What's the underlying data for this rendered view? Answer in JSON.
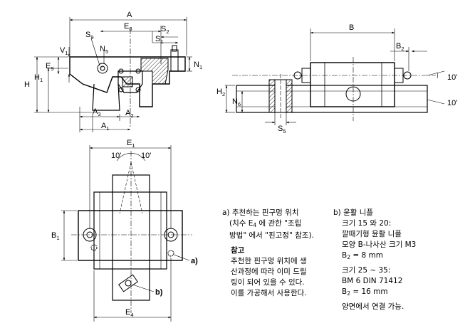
{
  "dims_top_left": {
    "A": "A",
    "E8_main": "E",
    "E8_sub": "8",
    "S2_main": "S",
    "S2_sub": "2",
    "S1_main": "S",
    "S1_sub": "1",
    "S9_main": "S",
    "S9_sub": "9",
    "N5_main": "N",
    "N5_sub": "5",
    "V1_main": "V",
    "V1_sub": "1",
    "E9_main": "E",
    "E9_sub": "9",
    "H": "H",
    "H1_main": "H",
    "H1_sub": "1",
    "N1_main": "N",
    "N1_sub": "1",
    "A3_main": "A",
    "A3_sub": "3",
    "A2_main": "A",
    "A2_sub": "2",
    "A1_main": "A",
    "A1_sub": "1"
  },
  "dims_top_right": {
    "B": "B",
    "B2_main": "B",
    "B2_sub": "2",
    "H2_main": "H",
    "H2_sub": "2",
    "N6_main": "N",
    "N6_sub": "6",
    "S5_main": "S",
    "S5_sub": "5",
    "angle_top": "10'",
    "angle_bottom": "10'"
  },
  "dims_bottom": {
    "E1_main": "E",
    "E1_sub": "1",
    "angle_left": "10'",
    "angle_right": "10'",
    "B1_main": "B",
    "B1_sub": "1",
    "E4_main": "E",
    "E4_sub": "4",
    "callout_a": "a)",
    "callout_b": "b)"
  },
  "notes_left": {
    "a_line1": "a) 추천하는 핀구멍 위치",
    "a_line2_pre": "(치수 E",
    "a_line2_sub": "4",
    "a_line2_post": " 에 관한 \"조립",
    "a_line3": "방법\" 에서 \"핀고정\" 참조).",
    "ref_title": "참고",
    "ref_line1": "추천한 핀구멍 위치에 생",
    "ref_line2": "산과정에 따라 이미 드릴",
    "ref_line3": "링이 되어 있을 수 있다.",
    "ref_line4": "이를 가공해서 사용한다."
  },
  "notes_right": {
    "b_line1": "b) 윤활 니플",
    "b_line2": "크기 15 와 20:",
    "b_line3": "깔때기형 윤활 니플",
    "b_line4": "모양 B-나사산 크기 M3",
    "b_line5_pre": "B",
    "b_line5_sub": "2",
    "b_line5_post": " = 8 mm",
    "b_line6": "크기 25 ~ 35:",
    "b_line7": "BM 6 DIN 71412",
    "b_line8_pre": "B",
    "b_line8_sub": "2",
    "b_line8_post": " = 16 mm",
    "b_line9": "양면에서 연결 가능."
  }
}
